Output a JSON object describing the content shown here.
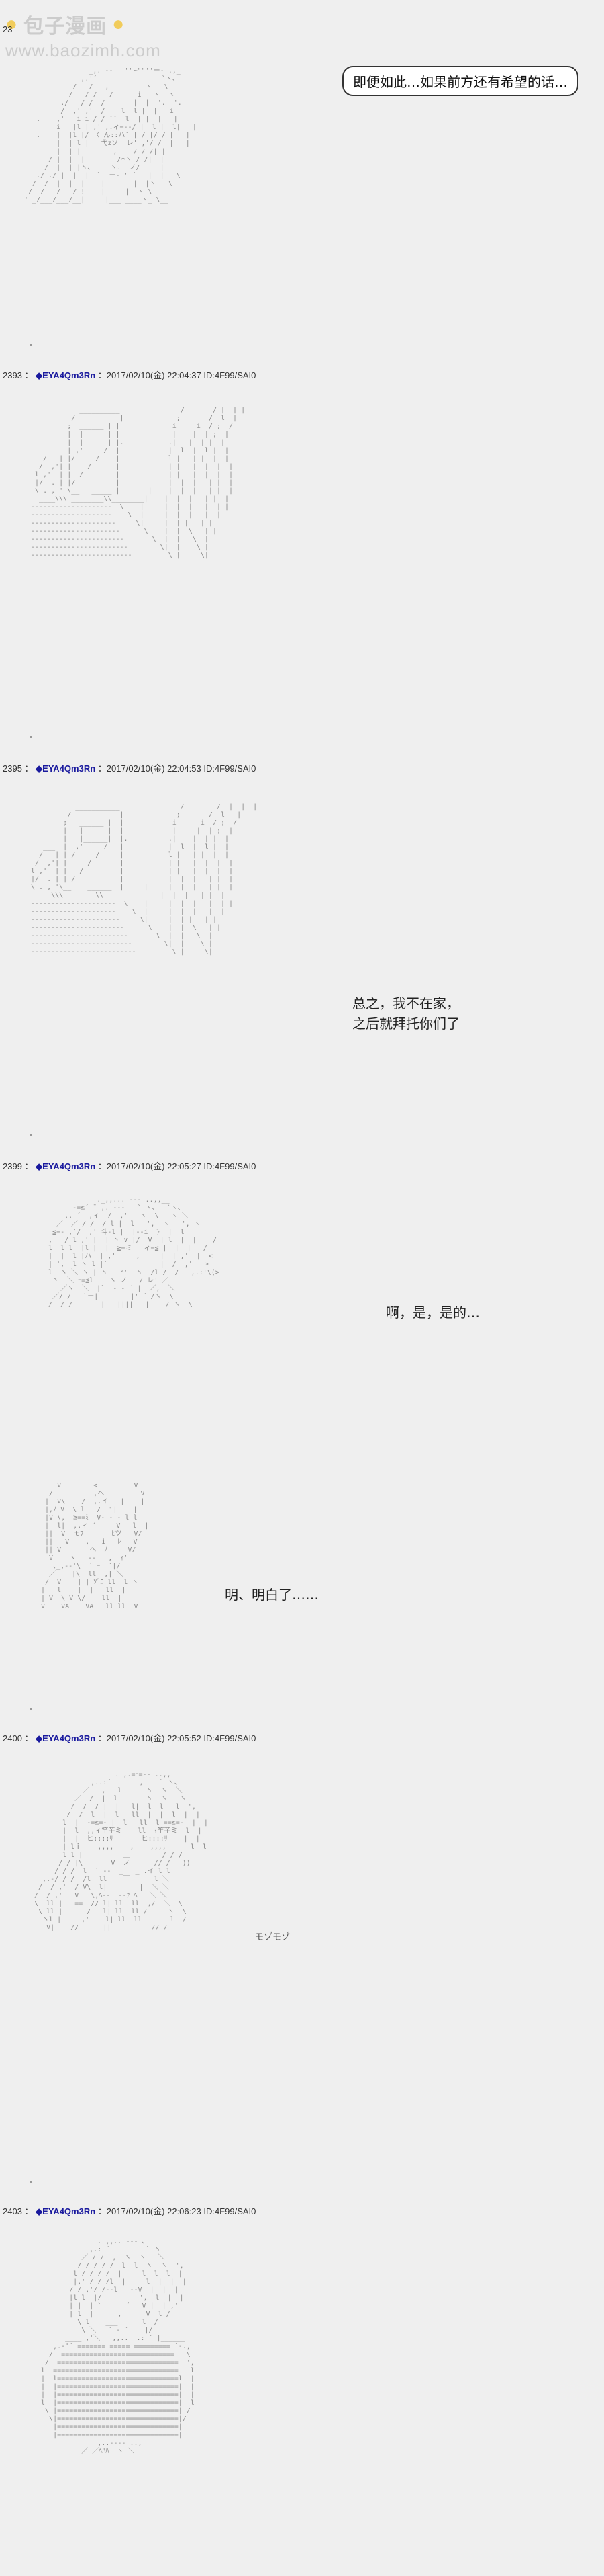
{
  "watermark": {
    "brand": "包子漫画",
    "url": "www.baozimh.com"
  },
  "first_post_number": "23",
  "bubble_text": "即便如此…如果前方还有希望的话…",
  "posts": [
    {
      "number": "2393",
      "trip": "◆EYA4Qm3Rn",
      "date": "2017/02/10(金) 22:04:37",
      "id": "ID:4F99/SAI0"
    },
    {
      "number": "2395",
      "trip": "◆EYA4Qm3Rn",
      "date": "2017/02/10(金) 22:04:53",
      "id": "ID:4F99/SAI0"
    },
    {
      "number": "2399",
      "trip": "◆EYA4Qm3Rn",
      "date": "2017/02/10(金) 22:05:27",
      "id": "ID:4F99/SAI0"
    },
    {
      "number": "2400",
      "trip": "◆EYA4Qm3Rn",
      "date": "2017/02/10(金) 22:05:52",
      "id": "ID:4F99/SAI0"
    },
    {
      "number": "2403",
      "trip": "◆EYA4Qm3Rn",
      "date": "2017/02/10(金) 22:06:23",
      "id": "ID:4F99/SAI0"
    }
  ],
  "speech": {
    "post2395": "总之，我不在家，\n之后就拜托你们了",
    "post2399_a": "啊，是，是的…",
    "post2399_b": "明、明白了……"
  },
  "sfx_2400": "モゾモゾ"
}
